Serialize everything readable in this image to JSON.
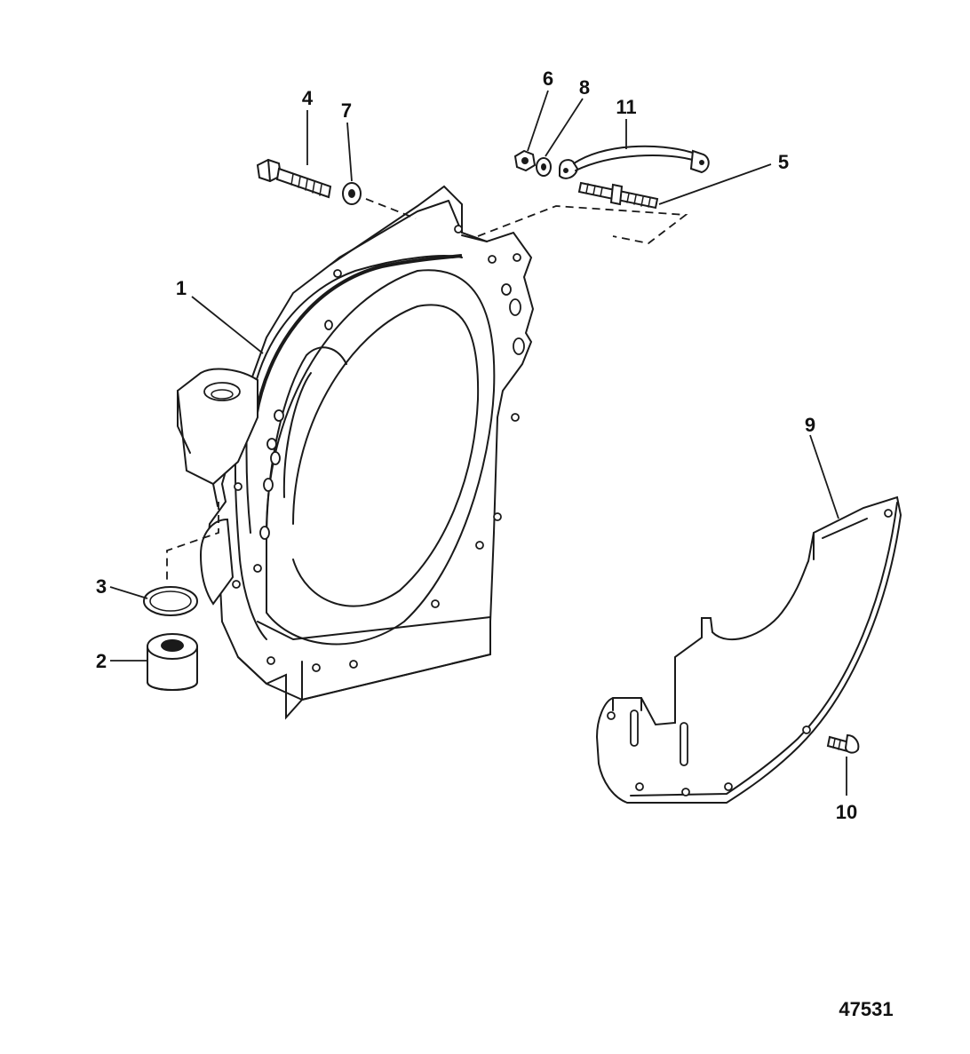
{
  "diagram": {
    "figure_id": "47531",
    "callouts": [
      {
        "id": "c1",
        "text": "1"
      },
      {
        "id": "c2",
        "text": "2"
      },
      {
        "id": "c3",
        "text": "3"
      },
      {
        "id": "c4",
        "text": "4"
      },
      {
        "id": "c5",
        "text": "5"
      },
      {
        "id": "c6",
        "text": "6"
      },
      {
        "id": "c7",
        "text": "7"
      },
      {
        "id": "c8",
        "text": "8"
      },
      {
        "id": "c9",
        "text": "9"
      },
      {
        "id": "c10",
        "text": "10"
      },
      {
        "id": "c11",
        "text": "11"
      }
    ],
    "line_color": "#1a1a1a",
    "background": "#ffffff"
  }
}
